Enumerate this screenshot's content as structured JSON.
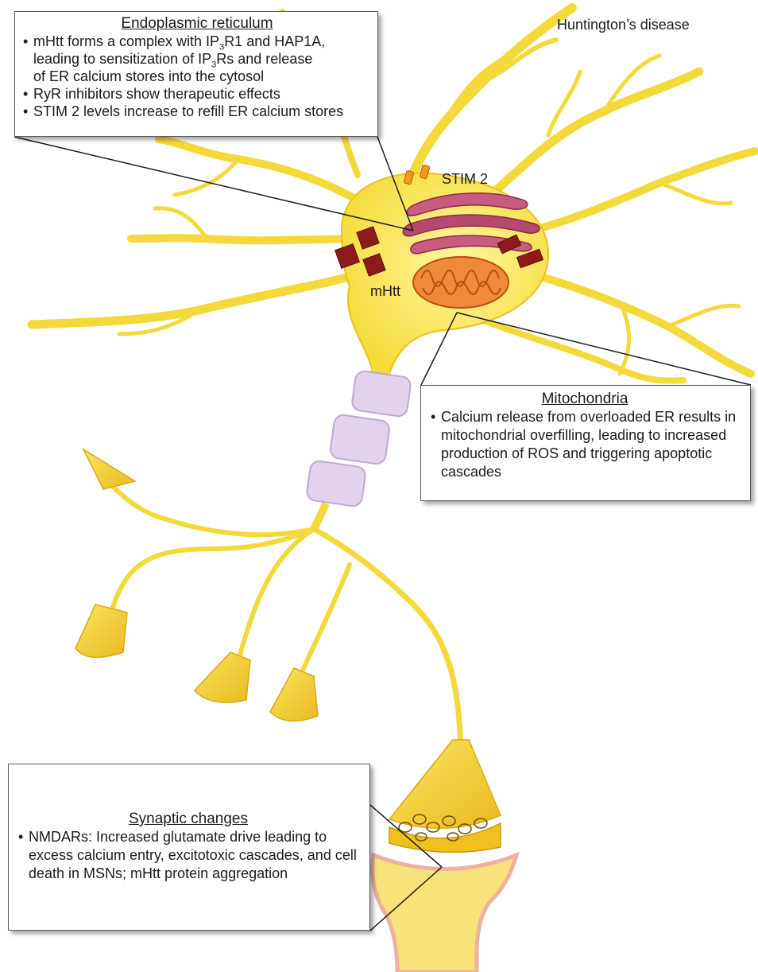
{
  "figure_title": "Huntington’s disease",
  "labels": {
    "stim2": "STIM 2",
    "mhtt": "mHtt"
  },
  "er_box": {
    "title": "Endoplasmic reticulum",
    "b1": {
      "line1_pre": "mHtt forms a complex with IP",
      "line1_sub": "3",
      "line1_post": "R1 and HAP1A,",
      "line2_pre": "leading to sensitization of IP",
      "line2_sub": "3",
      "line2_post": "Rs and release",
      "line3": "of ER calcium stores into the cytosol"
    },
    "b2": "RyR inhibitors show therapeutic effects",
    "b3": "STIM 2 levels increase to refill ER calcium stores"
  },
  "mito_box": {
    "title": "Mitochondria",
    "text": "Calcium release from overloaded ER results in mitochondrial overfilling, leading to increased production of ROS and triggering apoptotic cascades"
  },
  "syn_box": {
    "title": "Synaptic changes",
    "text": "NMDARs: Increased glutamate drive leading to excess calcium entry, excitotoxic cascades, and cell death in MSNs; mHtt protein aggregation"
  },
  "colors": {
    "cell_fill": "#f7e44a",
    "cell_stroke": "#e0b400",
    "myelin": "#e2d2ec",
    "mhtt": "#8e1b1b",
    "er": "#b54a6e",
    "mito": "#f08a3a",
    "stim2": "#f29a1a"
  }
}
